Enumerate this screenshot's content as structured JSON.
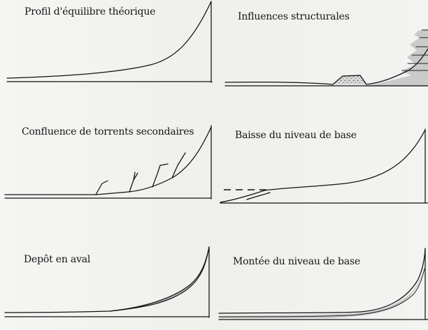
{
  "panels": [
    {
      "id": "profil",
      "title": "Profil d'équilibre théorique"
    },
    {
      "id": "influences",
      "title": "Influences structurales"
    },
    {
      "id": "confluence",
      "title": "Confluence de torrents secondaires"
    },
    {
      "id": "baisse",
      "title": "Baisse du niveau de base"
    },
    {
      "id": "depot",
      "title": "Depôt en aval"
    },
    {
      "id": "montee",
      "title": "Montée du niveau de base"
    }
  ]
}
